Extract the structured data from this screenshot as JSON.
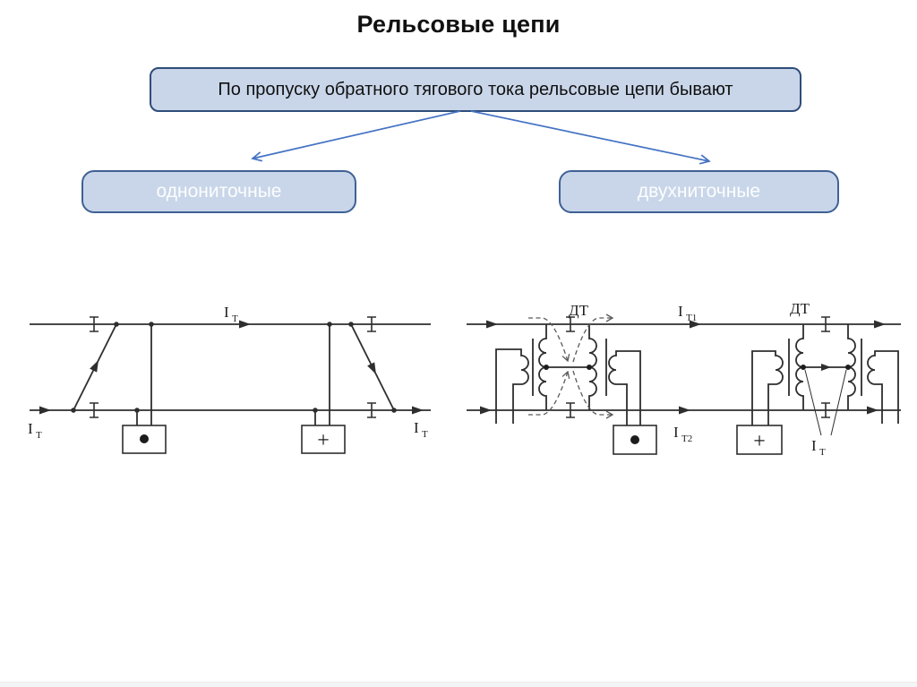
{
  "title": "Рельсовые цепи",
  "flowchart": {
    "root_label": "По пропуску обратного тягового тока рельсовые цепи бывают",
    "left_label": "однониточные",
    "right_label": "двухниточные"
  },
  "colors": {
    "box_fill": "#c9d6e9",
    "root_border": "#2e4d79",
    "child_border": "#3f6195",
    "connector_blue": "#4472c4",
    "diagram_line": "#2e2e2e",
    "dashed_path": "#5a5a5a"
  },
  "icons": {
    "relay_symbol": "filled-circle",
    "feed_symbol": "plus-sign",
    "insulated_joint_symbol": "I-bar"
  },
  "left_diagram": {
    "it_in_base": "I",
    "it_in_sub": "Т",
    "it_top_base": "I",
    "it_top_sub": "Т",
    "it_out_base": "I",
    "it_out_sub": "Т",
    "feed_plus": "+"
  },
  "right_diagram": {
    "dt1_label": "ДТ",
    "dt2_label": "ДТ",
    "it1_base": "I",
    "it1_sub": "Т1",
    "it2_base": "I",
    "it2_sub": "Т2",
    "it_callout_base": "I",
    "it_callout_sub": "Т",
    "feed_plus": "+"
  }
}
